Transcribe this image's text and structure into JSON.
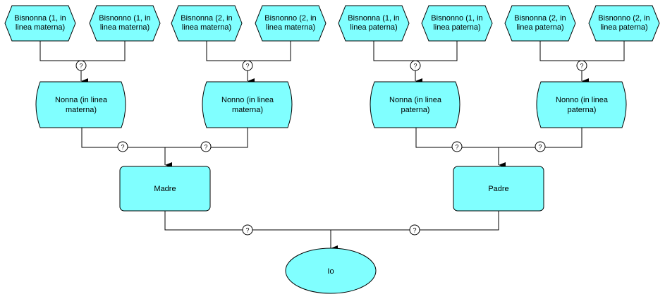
{
  "colors": {
    "node_fill": "#80ffff",
    "node_stroke": "#000000",
    "connector": "#000000",
    "background": "#ffffff"
  },
  "great_grandparents": [
    {
      "line1": "Bisnonna (1, in",
      "line2": "linea materna)"
    },
    {
      "line1": "Bisnonno (1, in",
      "line2": "linea materna)"
    },
    {
      "line1": "Bisnonna (2, in",
      "line2": "linea materna)"
    },
    {
      "line1": "Bisnonno (2, in",
      "line2": "linea materna)"
    },
    {
      "line1": "Bisnonna (1, in",
      "line2": "linea paterna)"
    },
    {
      "line1": "Bisnonno (1, in",
      "line2": "linea paterna)"
    },
    {
      "line1": "Bisnonna (2, in",
      "line2": "linea paterna)"
    },
    {
      "line1": "Bisnonno (2, in",
      "line2": "linea paterna)"
    }
  ],
  "grandparents": [
    {
      "line1": "Nonna (in linea",
      "line2": "materna)"
    },
    {
      "line1": "Nonno (in linea",
      "line2": "materna)"
    },
    {
      "line1": "Nonna (in linea",
      "line2": "paterna)"
    },
    {
      "line1": "Nonno (in linea",
      "line2": "paterna)"
    }
  ],
  "parents": [
    {
      "label": "Madre"
    },
    {
      "label": "Padre"
    }
  ],
  "self": {
    "label": "Io"
  },
  "connector_symbol": "?"
}
